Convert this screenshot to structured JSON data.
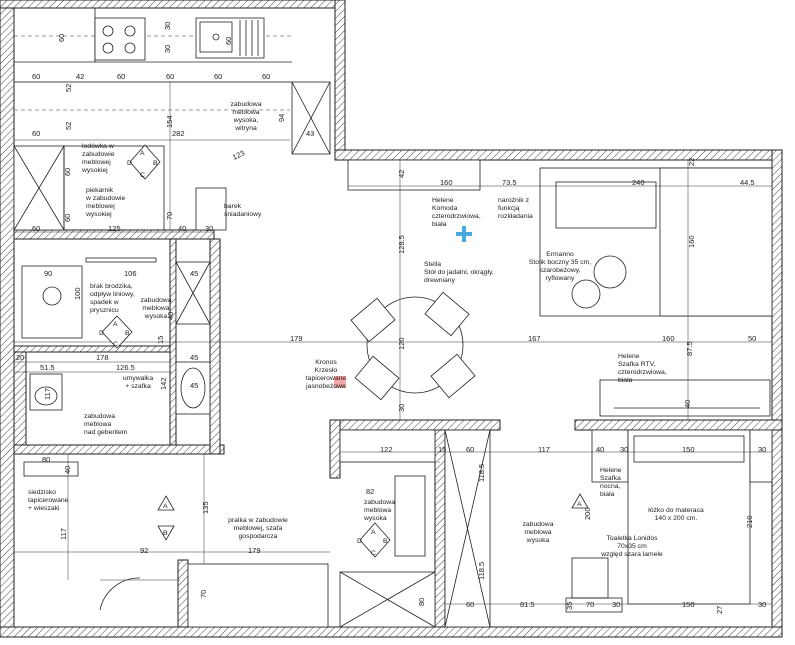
{
  "dimensions": [
    {
      "id": "d60a",
      "text": "60"
    },
    {
      "id": "d30a",
      "text": "30"
    },
    {
      "id": "d60b",
      "text": "60"
    },
    {
      "id": "d30b",
      "text": "30"
    },
    {
      "id": "d60c",
      "text": "60"
    },
    {
      "id": "d42",
      "text": "42"
    },
    {
      "id": "d60d",
      "text": "60"
    },
    {
      "id": "d60e",
      "text": "60"
    },
    {
      "id": "d60f",
      "text": "60"
    },
    {
      "id": "d60g",
      "text": "60"
    },
    {
      "id": "d52a",
      "text": "52"
    },
    {
      "id": "d52b",
      "text": "52"
    },
    {
      "id": "d154",
      "text": "154"
    },
    {
      "id": "d282",
      "text": "282"
    },
    {
      "id": "d94",
      "text": "94"
    },
    {
      "id": "d43",
      "text": "43"
    },
    {
      "id": "d60h",
      "text": "60"
    },
    {
      "id": "d123",
      "text": "123"
    },
    {
      "id": "d60i",
      "text": "60"
    },
    {
      "id": "d60j",
      "text": "60"
    },
    {
      "id": "d70a",
      "text": "70"
    },
    {
      "id": "d125",
      "text": "125"
    },
    {
      "id": "d40a",
      "text": "40"
    },
    {
      "id": "d30c",
      "text": "30"
    },
    {
      "id": "d60k",
      "text": "60"
    },
    {
      "id": "d42b",
      "text": "42"
    },
    {
      "id": "d160a",
      "text": "160"
    },
    {
      "id": "d735",
      "text": "73.5"
    },
    {
      "id": "d240",
      "text": "240"
    },
    {
      "id": "d445",
      "text": "44.5"
    },
    {
      "id": "d22",
      "text": "22"
    },
    {
      "id": "d160b",
      "text": "160"
    },
    {
      "id": "d1285",
      "text": "128.5"
    },
    {
      "id": "d90",
      "text": "90"
    },
    {
      "id": "d106",
      "text": "106"
    },
    {
      "id": "d45a",
      "text": "45"
    },
    {
      "id": "d100",
      "text": "100"
    },
    {
      "id": "d40b",
      "text": "40"
    },
    {
      "id": "d15",
      "text": "15"
    },
    {
      "id": "d179a",
      "text": "179"
    },
    {
      "id": "d120",
      "text": "120"
    },
    {
      "id": "d167",
      "text": "167"
    },
    {
      "id": "d160c",
      "text": "160"
    },
    {
      "id": "d50",
      "text": "50"
    },
    {
      "id": "d875",
      "text": "87.5"
    },
    {
      "id": "d20",
      "text": "20"
    },
    {
      "id": "d178",
      "text": "178"
    },
    {
      "id": "d45b",
      "text": "45"
    },
    {
      "id": "d515",
      "text": "51.5"
    },
    {
      "id": "d1265",
      "text": "126.5"
    },
    {
      "id": "d117a",
      "text": "117"
    },
    {
      "id": "d142",
      "text": "142"
    },
    {
      "id": "d30d",
      "text": "30"
    },
    {
      "id": "d40c",
      "text": "40"
    },
    {
      "id": "d122",
      "text": "122"
    },
    {
      "id": "d15b",
      "text": "15"
    },
    {
      "id": "d60l",
      "text": "60"
    },
    {
      "id": "d117b",
      "text": "117"
    },
    {
      "id": "d40d",
      "text": "40"
    },
    {
      "id": "d30e",
      "text": "30"
    },
    {
      "id": "d150a",
      "text": "150"
    },
    {
      "id": "d30f",
      "text": "30"
    },
    {
      "id": "d80",
      "text": "80"
    },
    {
      "id": "d40e",
      "text": "40"
    },
    {
      "id": "d82",
      "text": "82"
    },
    {
      "id": "d1185a",
      "text": "118.5"
    },
    {
      "id": "d200",
      "text": "200"
    },
    {
      "id": "d210",
      "text": "210"
    },
    {
      "id": "d117c",
      "text": "117"
    },
    {
      "id": "d135",
      "text": "135"
    },
    {
      "id": "d92",
      "text": "92"
    },
    {
      "id": "d179b",
      "text": "179"
    },
    {
      "id": "d70b",
      "text": "70"
    },
    {
      "id": "d80b",
      "text": "80"
    },
    {
      "id": "d1185b",
      "text": "118.5"
    },
    {
      "id": "d60m",
      "text": "60"
    },
    {
      "id": "d815",
      "text": "81.5"
    },
    {
      "id": "d35",
      "text": "35"
    },
    {
      "id": "d70c",
      "text": "70"
    },
    {
      "id": "d30g",
      "text": "30"
    },
    {
      "id": "d150b",
      "text": "150"
    },
    {
      "id": "d27",
      "text": "27"
    },
    {
      "id": "d30h",
      "text": "30"
    },
    {
      "id": "d45c",
      "text": "45"
    }
  ],
  "labels": {
    "zabudowa_witryna": [
      "zabudowa",
      "meblowa",
      "wysoka,",
      "witryna"
    ],
    "lodowka": [
      "lodówka w",
      "zabudowie",
      "meblowej",
      "wysokiej"
    ],
    "piekarnik": [
      "piekarnik",
      "w zabudowie",
      "meblowej",
      "wysokiej"
    ],
    "barek": [
      "barek",
      "śniadaniowy"
    ],
    "helene_komoda": [
      "Helene",
      "Komoda",
      "czterodrzwiowa,",
      "biała"
    ],
    "naroznik": [
      "narożnik z",
      "funkcją",
      "rozkładania"
    ],
    "ermanno": [
      "Ermanno",
      "Stolik boczny 35 cm,",
      "szarobeżowy,",
      "ryflowany"
    ],
    "brak_brodzika": [
      "brak brodzika,",
      "odpływ liniowy,",
      "spadek w",
      "prysznicu"
    ],
    "zabudowa_lazienka": [
      "zabudowa",
      "meblowa",
      "wysoka"
    ],
    "stella": [
      "Stella",
      "Stół do jadalni, okrągły,",
      "drewniany"
    ],
    "kronos": [
      "Kronos",
      "Krzesło",
      "tapicerowane",
      "jasnobeżowe"
    ],
    "umywalka": [
      "umywalka",
      "+ szafka"
    ],
    "zabudowa_geberit": [
      "zabudowa",
      "meblowa",
      "nad geberitem"
    ],
    "helene_rtv": [
      "Helene",
      "Szafka RTV,",
      "czterodrzwiowa,",
      "biała"
    ],
    "siedzisko": [
      "siedzisko",
      "tapicerowane",
      "+ wieszaki"
    ],
    "zabudowa_przedpokoj": [
      "zabudowa",
      "meblowa",
      "wysoka"
    ],
    "zabudowa_sypialnia": [
      "zabudowa",
      "meblowa",
      "wysoka"
    ],
    "helene_nocna": [
      "Helene",
      "Szafka",
      "nocna,",
      "biała"
    ],
    "lozko": [
      "łóżko do materaca",
      "140 x 200 cm."
    ],
    "toaletka": [
      "Toaletka Lonidos",
      "70x35 cm",
      "względ szara lamele"
    ],
    "pralka": [
      "pralka w zabudowie",
      "meblowej, szafa",
      "gospodarcza"
    ]
  },
  "markers": {
    "A": "A",
    "B": "B",
    "C": "C",
    "D": "D"
  },
  "colors": {
    "wall": "#222222",
    "highlight": "#f4a9a8",
    "cross": "#4aa8e0",
    "bg": "#ffffff"
  }
}
